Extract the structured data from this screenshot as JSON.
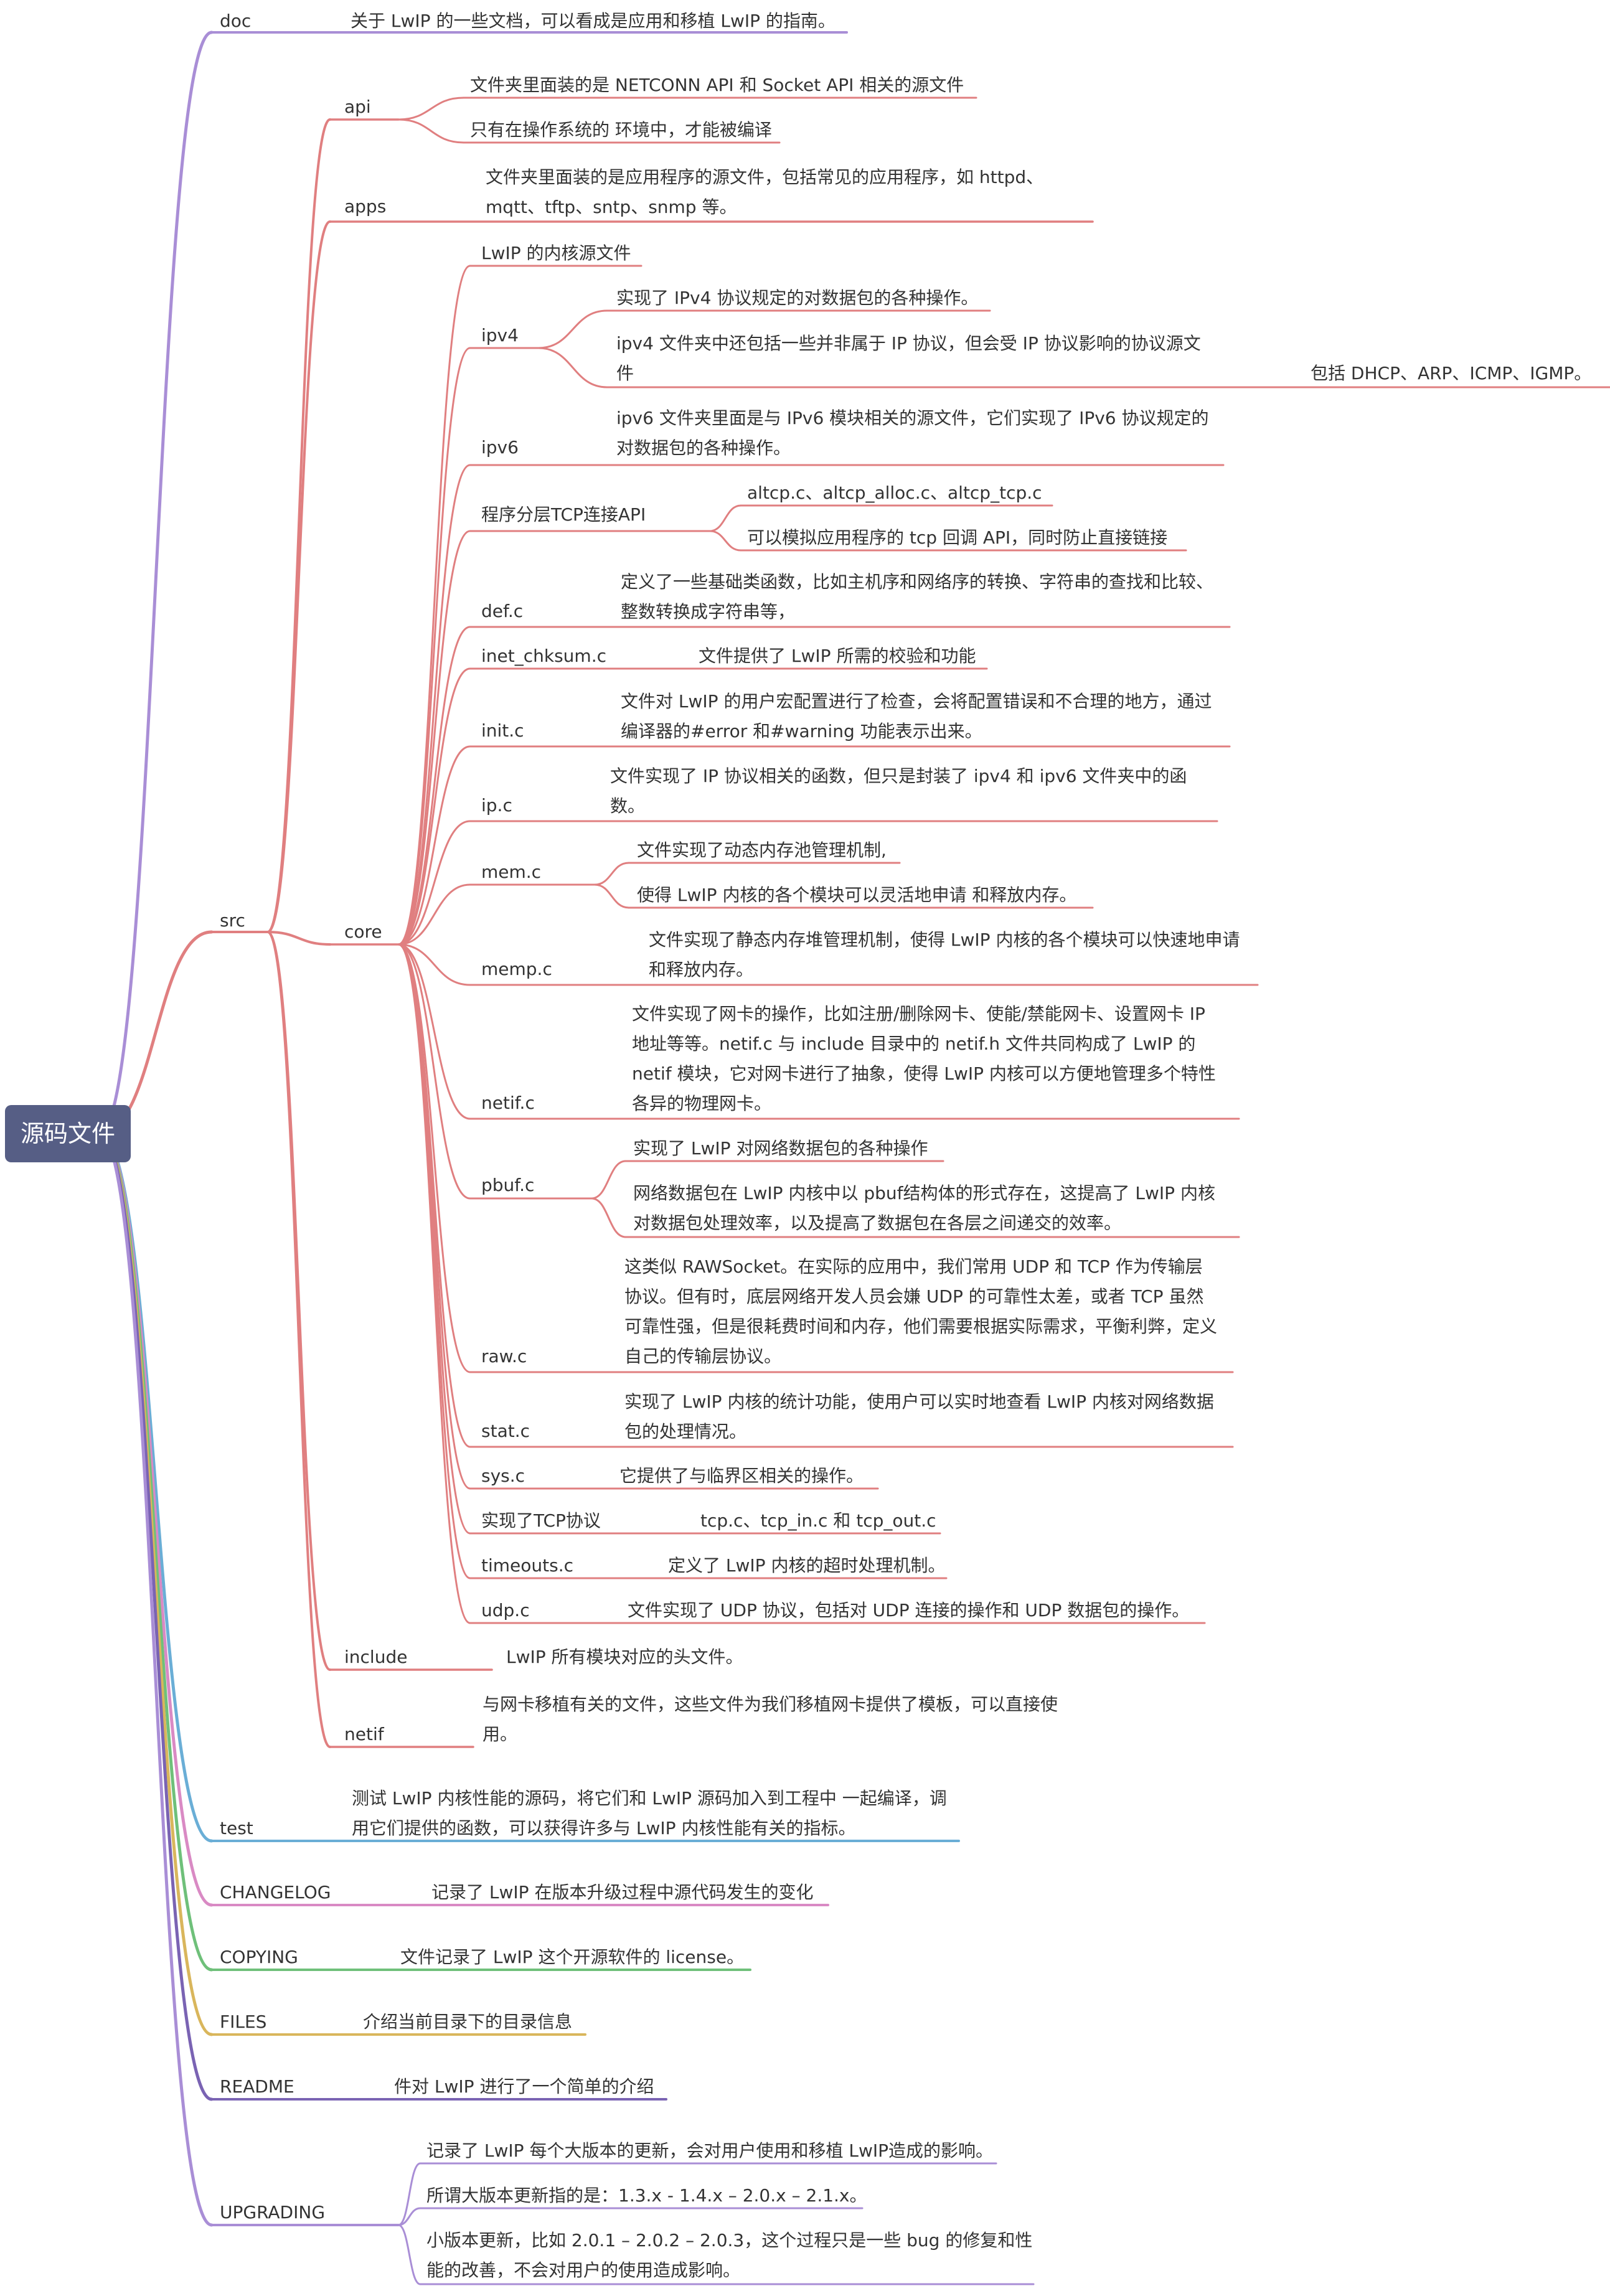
{
  "colors": {
    "root_fill": "#565e85",
    "doc": "#a98ed6",
    "src": "#e07f80",
    "test": "#6aaed6",
    "changelog": "#d98ac4",
    "copying": "#6fc07a",
    "files": "#d9b65c",
    "readme": "#7a63b3",
    "upgrading": "#a98ed6"
  },
  "root": {
    "label": "源码文件"
  },
  "doc": {
    "label": "doc",
    "desc": "关于 LwIP 的一些文档，可以看成是应用和移植 LwIP 的指南。"
  },
  "src": {
    "label": "src",
    "api": {
      "label": "api",
      "desc1": "文件夹里面装的是 NETCONN API 和 Socket API 相关的源文件",
      "desc2": "只有在操作系统的 环境中，才能被编译"
    },
    "apps": {
      "label": "apps",
      "desc_l1": "文件夹里面装的是应用程序的源文件，包括常见的应用程序，如 httpd、",
      "desc_l2": "mqtt、tftp、sntp、snmp 等。"
    },
    "core": {
      "label": "core",
      "intro": "LwIP 的内核源文件",
      "ipv4": {
        "label": "ipv4",
        "desc1": "实现了 IPv4 协议规定的对数据包的各种操作。",
        "desc2_l1": "ipv4 文件夹中还包括一些并非属于 IP 协议，但会受 IP 协议影响的协议源文",
        "desc2_l2": "件",
        "desc2_extra": "包括 DHCP、ARP、ICMP、IGMP。"
      },
      "ipv6": {
        "label": "ipv6",
        "desc_l1": "ipv6 文件夹里面是与 IPv6 模块相关的源文件，它们实现了 IPv6 协议规定的",
        "desc_l2": "对数据包的各种操作。"
      },
      "altcp": {
        "label": "程序分层TCP连接API",
        "desc1": "altcp.c、altcp_alloc.c、altcp_tcp.c",
        "desc2": "可以模拟应用程序的 tcp 回调 API，同时防止直接链接"
      },
      "def": {
        "label": "def.c",
        "desc_l1": "定义了一些基础类函数，比如主机序和网络序的转换、字符串的查找和比较、",
        "desc_l2": "整数转换成字符串等，"
      },
      "inet": {
        "label": "inet_chksum.c",
        "desc": "文件提供了 LwIP 所需的校验和功能"
      },
      "init": {
        "label": "init.c",
        "desc_l1": "文件对 LwIP 的用户宏配置进行了检查，会将配置错误和不合理的地方，通过",
        "desc_l2": "编译器的#error 和#warning 功能表示出来。"
      },
      "ip": {
        "label": "ip.c",
        "desc_l1": "文件实现了 IP 协议相关的函数，但只是封装了 ipv4 和 ipv6 文件夹中的函",
        "desc_l2": "数。"
      },
      "mem": {
        "label": "mem.c",
        "desc1": "文件实现了动态内存池管理机制,",
        "desc2": "使得 LwIP 内核的各个模块可以灵活地申请 和释放内存。"
      },
      "memp": {
        "label": "memp.c",
        "desc_l1": "文件实现了静态内存堆管理机制，使得 LwIP 内核的各个模块可以快速地申请",
        "desc_l2": "和释放内存。"
      },
      "netif": {
        "label": "netif.c",
        "desc_l1": "文件实现了网卡的操作，比如注册/删除网卡、使能/禁能网卡、设置网卡 IP",
        "desc_l2": "地址等等。netif.c 与 include 目录中的 netif.h 文件共同构成了 LwIP 的",
        "desc_l3": "netif 模块，它对网卡进行了抽象，使得 LwIP 内核可以方便地管理多个特性",
        "desc_l4": "各异的物理网卡。"
      },
      "pbuf": {
        "label": "pbuf.c",
        "desc1": "实现了 LwIP 对网络数据包的各种操作",
        "desc2_l1": "网络数据包在 LwIP 内核中以 pbuf结构体的形式存在，这提高了 LwIP 内核",
        "desc2_l2": "对数据包处理效率，以及提高了数据包在各层之间递交的效率。"
      },
      "raw": {
        "label": "raw.c",
        "desc_l1": "这类似 RAWSocket。在实际的应用中，我们常用 UDP 和 TCP 作为传输层",
        "desc_l2": "协议。但有时，底层网络开发人员会嫌 UDP 的可靠性太差，或者 TCP 虽然",
        "desc_l3": "可靠性强，但是很耗费时间和内存，他们需要根据实际需求，平衡利弊，定义",
        "desc_l4": "自己的传输层协议。"
      },
      "stat": {
        "label": "stat.c",
        "desc_l1": "实现了 LwIP 内核的统计功能，使用户可以实时地查看 LwIP 内核对网络数据",
        "desc_l2": "包的处理情况。"
      },
      "sys": {
        "label": "sys.c",
        "desc": "它提供了与临界区相关的操作。"
      },
      "tcp": {
        "label": "实现了TCP协议",
        "desc": "tcp.c、tcp_in.c 和 tcp_out.c"
      },
      "timeouts": {
        "label": "timeouts.c",
        "desc": "定义了 LwIP 内核的超时处理机制。"
      },
      "udp": {
        "label": "udp.c",
        "desc": "文件实现了 UDP 协议，包括对 UDP 连接的操作和 UDP 数据包的操作。"
      }
    },
    "include": {
      "label": "include",
      "desc": "LwIP 所有模块对应的头文件。"
    },
    "netif": {
      "label": "netif",
      "desc_l1": "与网卡移植有关的文件，这些文件为我们移植网卡提供了模板，可以直接使",
      "desc_l2": "用。"
    }
  },
  "test": {
    "label": "test",
    "desc_l1": "测试 LwIP 内核性能的源码，将它们和 LwIP 源码加入到工程中 一起编译，调",
    "desc_l2": "用它们提供的函数，可以获得许多与 LwIP 内核性能有关的指标。"
  },
  "changelog": {
    "label": "CHANGELOG",
    "desc": "记录了 LwIP 在版本升级过程中源代码发生的变化"
  },
  "copying": {
    "label": "COPYING",
    "desc": "文件记录了 LwIP 这个开源软件的 license。"
  },
  "files": {
    "label": "FILES",
    "desc": "介绍当前目录下的目录信息"
  },
  "readme": {
    "label": "README",
    "desc": "件对 LwIP 进行了一个简单的介绍"
  },
  "upgrading": {
    "label": "UPGRADING",
    "desc1": "记录了 LwIP 每个大版本的更新，会对用户使用和移植 LwIP造成的影响。",
    "desc2": "所谓大版本更新指的是：1.3.x - 1.4.x – 2.0.x – 2.1.x。",
    "desc3_l1": "小版本更新，比如 2.0.1 – 2.0.2 – 2.0.3，这个过程只是一些 bug 的修复和性",
    "desc3_l2": "能的改善，不会对用户的使用造成影响。"
  }
}
